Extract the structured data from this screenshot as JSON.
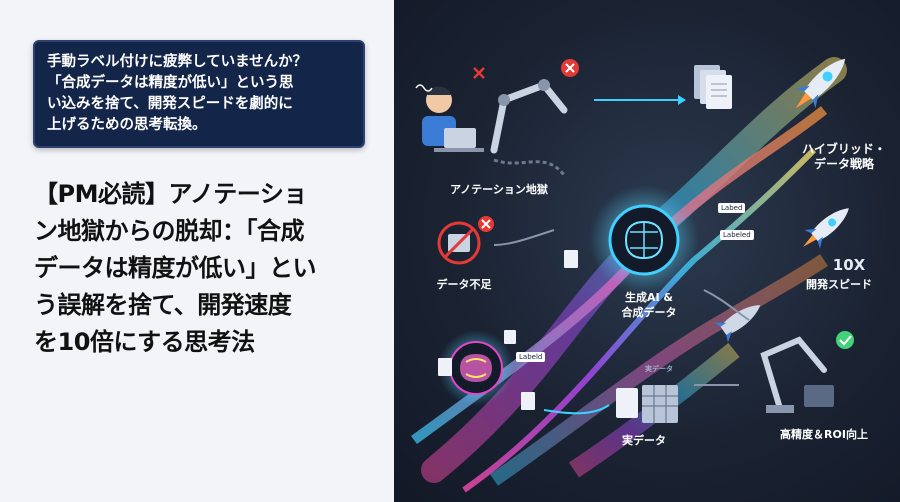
{
  "callout": {
    "line1": "手動ラベル付けに疲弊していませんか？",
    "line2": "「合成データは精度が低い」という思",
    "line3": "い込みを捨て、開発スピードを劇的に",
    "line4": "上げるための思考転換。"
  },
  "headline": {
    "line1": "【PM必読】アノテーショ",
    "line2": "ン地獄からの脱却：「合成",
    "line3": "データは精度が低い」とい",
    "line4": "う誤解を捨て、開発速度",
    "line5": "を10倍にする思考法"
  },
  "illustration": {
    "annotation_hell": "アノテーション地獄",
    "hybrid_line1": "ハイブリッド・",
    "hybrid_line2": "データ戦略",
    "data_shortage": "データ不足",
    "speed_multiplier": "10X",
    "dev_speed": "開発スピード",
    "gen_ai_line1": "生成AI &",
    "gen_ai_line2": "合成データ",
    "tag_labeled_1": "Labed",
    "tag_labeled_2": "Labeled",
    "tag_labeled_3": "Labeld",
    "real_data_small": "実データ",
    "real_data": "実データ",
    "high_accuracy_roi": "高精度＆ROI向上"
  },
  "colors": {
    "callout_bg": "#14254a",
    "left_bg": "#f3f4f8",
    "illustration_bg": "#1b2333",
    "accent_red": "#e53935",
    "accent_green": "#43d17a",
    "accent_cyan": "#3fd0ff",
    "accent_magenta": "#e545c8"
  }
}
